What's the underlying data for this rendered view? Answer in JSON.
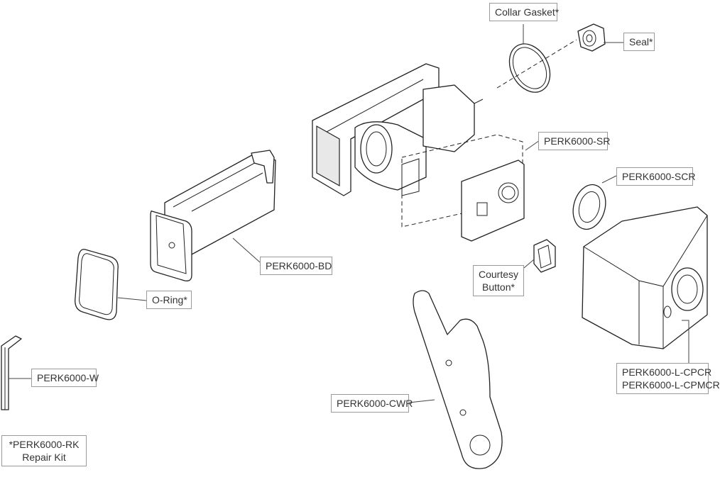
{
  "labels": {
    "collar_gasket": "Collar Gasket*",
    "seal": "Seal*",
    "sr": "PERK6000-SR",
    "scr": "PERK6000-SCR",
    "bd": "PERK6000-BD",
    "courtesy_line1": "Courtesy",
    "courtesy_line2": "Button*",
    "o_ring": "O-Ring*",
    "w": "PERK6000-W",
    "cwr": "PERK6000-CWR",
    "cpcr_line1": "PERK6000-L-CPCR",
    "cpcr_line2": "PERK6000-L-CPMCR",
    "rk_line1": "*PERK6000-RK",
    "rk_line2": "Repair Kit"
  }
}
